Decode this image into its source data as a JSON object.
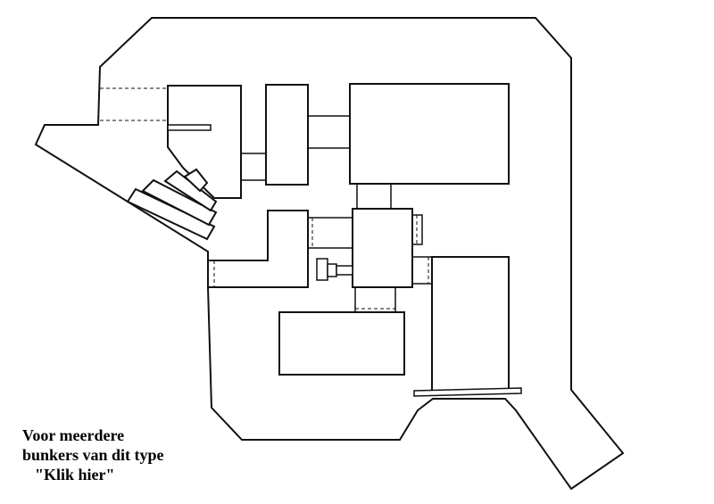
{
  "caption": {
    "line1": "Voor meerdere",
    "line2": "bunkers van dit type",
    "link_label": "\"Klik hier\""
  },
  "colors": {
    "stroke": "#111111",
    "background": "#ffffff",
    "text": "#000000"
  }
}
